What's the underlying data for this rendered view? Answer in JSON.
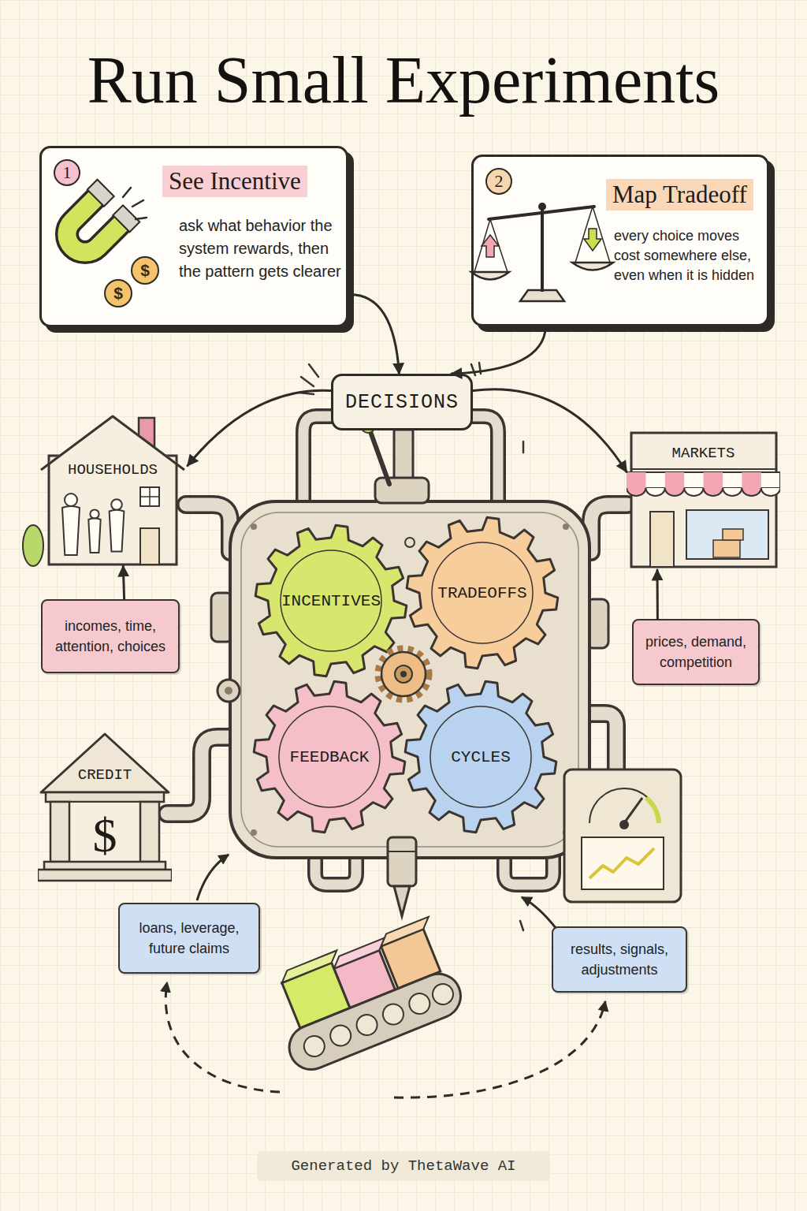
{
  "diagram": {
    "title": "Run Small Experiments",
    "nodes": [
      {
        "text": [
          "See Incentive",
          "ask what behavior the system rewards, then the pattern gets clearer"
        ]
      },
      {
        "text": [
          "Map Tradeoff",
          "every choice moves cost somewhere else, even when it is hidden"
        ]
      },
      {
        "text": [
          "DECISIONS"
        ]
      },
      {
        "text": [
          "HOUSEHOLDS"
        ]
      },
      {
        "text": [
          "MARKETS"
        ]
      },
      {
        "text": [
          "incomes, time, attention, choices"
        ]
      },
      {
        "text": [
          "prices, demand, competition"
        ]
      },
      {
        "text": [
          "INCENTIVES"
        ]
      },
      {
        "text": [
          "TRADEOFFS"
        ]
      },
      {
        "text": [
          "FEEDBACK"
        ]
      },
      {
        "text": [
          "CYCLES"
        ]
      },
      {
        "text": [
          "CREDIT"
        ]
      },
      {
        "text": [
          "loans, leverage, future claims"
        ]
      },
      {
        "text": [
          "results, signals, adjustments"
        ]
      }
    ],
    "edges": [
      {
        "from": 0,
        "to": 2,
        "arrow": "to"
      },
      {
        "from": 1,
        "to": 2,
        "arrow": "to"
      },
      {
        "from": 2,
        "to": 3,
        "arrow": "to"
      },
      {
        "from": 2,
        "to": 4,
        "arrow": "to"
      },
      {
        "from": 5,
        "to": 3,
        "arrow": "to"
      },
      {
        "from": 6,
        "to": 4,
        "arrow": "to"
      }
    ],
    "labels": [
      "1",
      "2",
      "$",
      "$",
      "$",
      "Generated by ThetaWave AI"
    ]
  }
}
